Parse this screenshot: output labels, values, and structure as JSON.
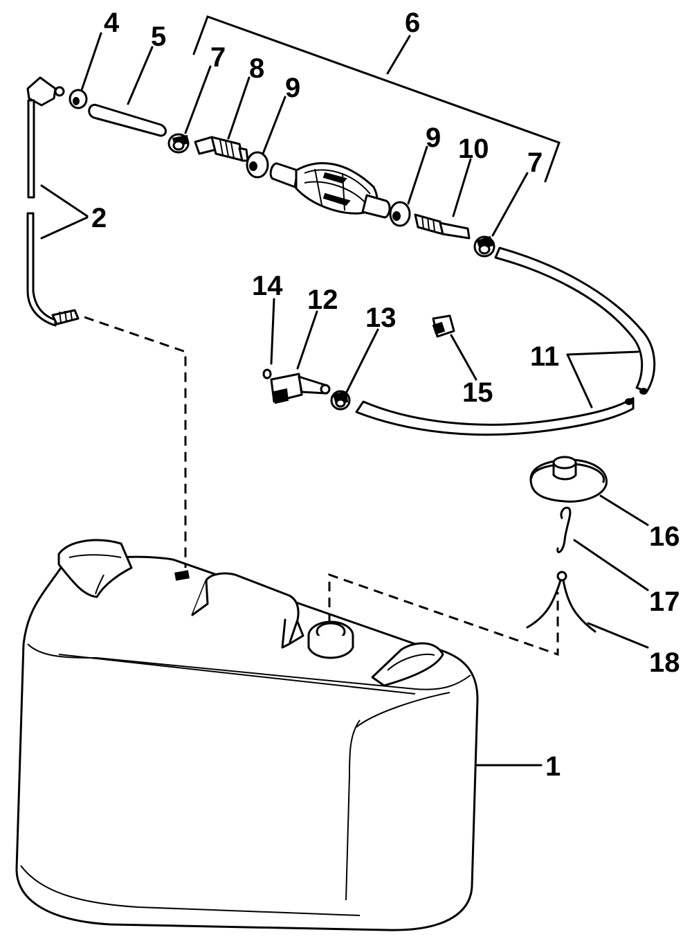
{
  "callouts": [
    "1",
    "2",
    "4",
    "5",
    "6",
    "7",
    "8",
    "9",
    "10",
    "11",
    "12",
    "13",
    "14",
    "15",
    "16",
    "17",
    "18"
  ],
  "labels": {
    "l1": "1",
    "l2": "2",
    "l4": "4",
    "l5": "5",
    "l6": "6",
    "l7a": "7",
    "l7b": "7",
    "l8": "8",
    "l9a": "9",
    "l9b": "9",
    "l10": "10",
    "l11": "11",
    "l12": "12",
    "l13": "13",
    "l14": "14",
    "l15": "15",
    "l16": "16",
    "l17": "17",
    "l18": "18"
  }
}
